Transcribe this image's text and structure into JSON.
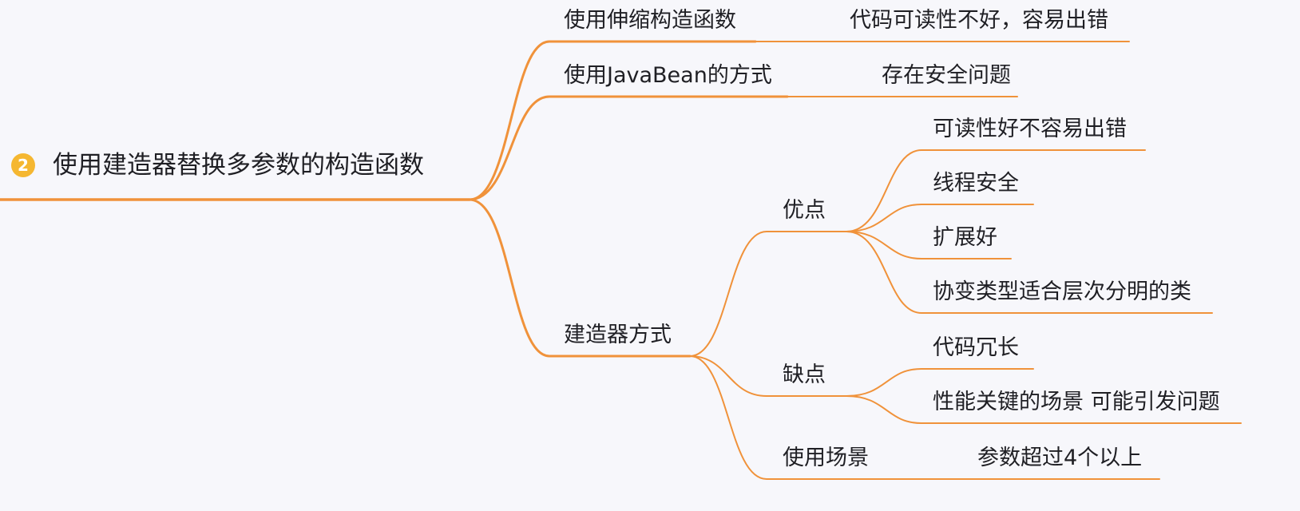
{
  "colors": {
    "link": "#f0923a",
    "badge": "#f5b731",
    "background": "#f7f7fb",
    "text": "#1f1f24"
  },
  "root": {
    "badge": "2",
    "label": "使用建造器替换多参数的构造函数"
  },
  "branches": {
    "telescoping": {
      "label": "使用伸缩构造函数",
      "note": "代码可读性不好，容易出错"
    },
    "javabean": {
      "label": "使用JavaBean的方式",
      "note": "存在安全问题"
    },
    "builder": {
      "label": "建造器方式",
      "pros": {
        "label": "优点",
        "items": [
          "可读性好不容易出错",
          "线程安全",
          "扩展好",
          "协变类型适合层次分明的类"
        ]
      },
      "cons": {
        "label": "缺点",
        "items": [
          "代码冗长",
          "性能关键的场景 可能引发问题"
        ]
      },
      "usage": {
        "label": "使用场景",
        "note": "参数超过4个以上"
      }
    }
  }
}
